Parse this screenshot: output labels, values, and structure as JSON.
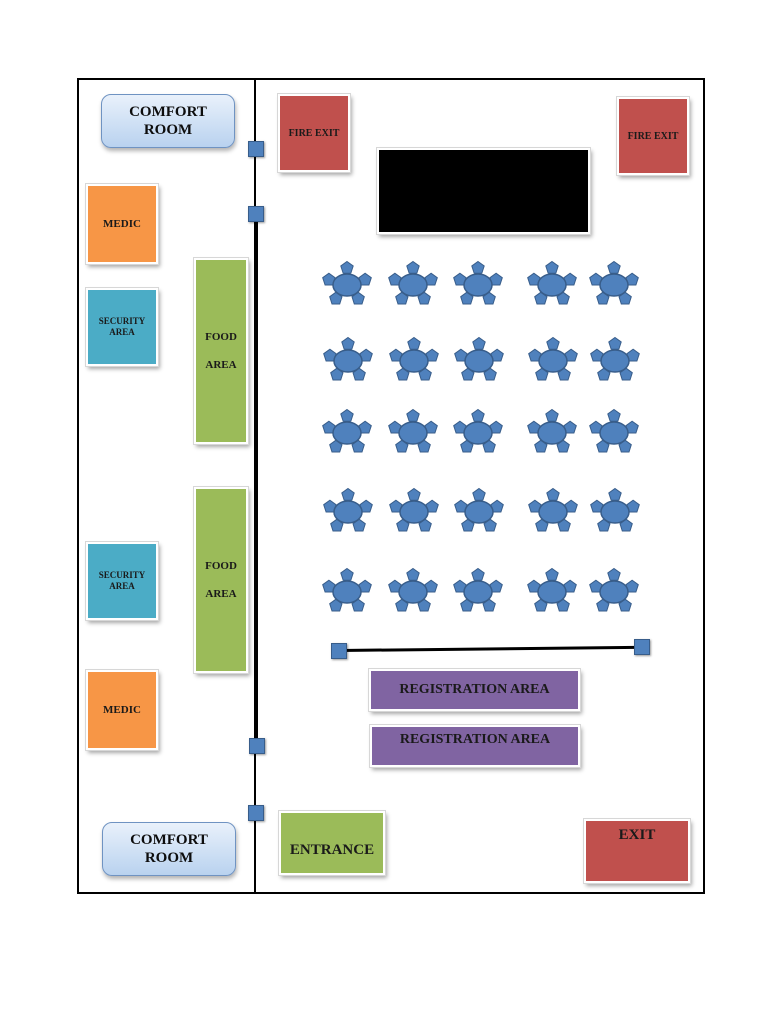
{
  "labels": {
    "comfort_room": "COMFORT ROOM",
    "fire_exit": "FIRE EXIT",
    "medic": "MEDIC",
    "security_area": "SECURITY AREA",
    "food": "FOOD",
    "area": "AREA",
    "registration_area": "REGISTRATION AREA",
    "entrance": "ENTRANCE",
    "exit": "EXIT"
  },
  "tables": {
    "rows": 5,
    "columns": 5
  },
  "colors": {
    "fire_exit": "#c0504d",
    "medic": "#f79646",
    "security": "#4bacc6",
    "food": "#9bbb59",
    "registration": "#8064a2",
    "table": "#4f81bd",
    "screen": "#000000"
  }
}
